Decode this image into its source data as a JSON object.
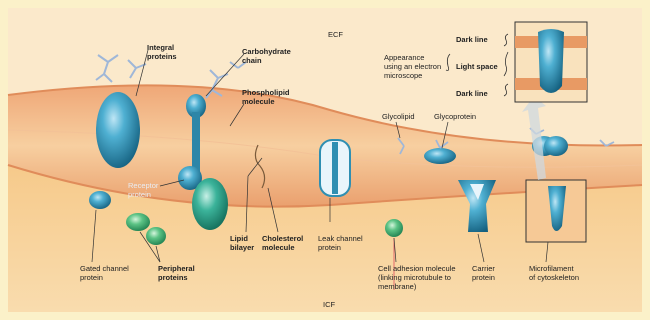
{
  "labels": {
    "ecf": "ECF",
    "icf": "ICF",
    "integral_proteins": [
      "Integral",
      "proteins"
    ],
    "carbohydrate_chain": [
      "Carbohydrate",
      "chain"
    ],
    "phospholipid_molecule": [
      "Phospholipid",
      "molecule"
    ],
    "receptor_protein": [
      "Receptor",
      "protein"
    ],
    "lipid_bilayer": [
      "Lipid",
      "bilayer"
    ],
    "cholesterol_molecule": [
      "Cholesterol",
      "molecule"
    ],
    "leak_channel_protein": [
      "Leak channel",
      "protein"
    ],
    "gated_channel_protein": [
      "Gated channel",
      "protein"
    ],
    "peripheral_proteins": [
      "Peripheral",
      "proteins"
    ],
    "glycolipid": "Glycolipid",
    "glycoprotein": "Glycoprotein",
    "cell_adhesion_molecule": [
      "Cell adhesion molecule",
      "(linking microtubule to",
      "membrane)"
    ],
    "carrier_protein": [
      "Carrier",
      "protein"
    ],
    "microfilament": [
      "Microfilament",
      "of cytoskeleton"
    ],
    "appearance": [
      "Appearance",
      "using an electron",
      "microscope"
    ],
    "dark_line_top": "Dark line",
    "light_space": "Light space",
    "dark_line_bottom": "Dark line"
  },
  "colors": {
    "background": "#fbf1c9",
    "ecf_fluid": "#fbe6c4",
    "membrane": "#f3b98a",
    "icf_fluid": "#f8d49c",
    "protein": "#2f8fb2",
    "receptor": "#2bab8a",
    "peripheral": "#5fc07a",
    "carbohydrate": "#9fb7d8",
    "inset_border": "#333333"
  }
}
